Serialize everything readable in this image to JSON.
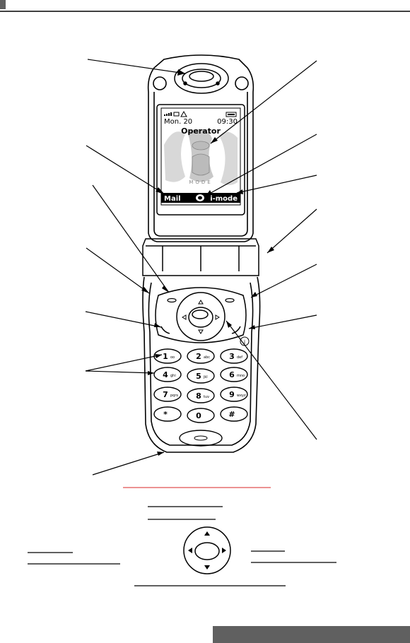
{
  "screen": {
    "date": "Mon. 20",
    "time": "09:30",
    "operator": "Operator",
    "logo_text": "MODE",
    "softkey_left": "Mail",
    "softkey_right": "i-mode"
  },
  "keypad": {
    "keys": [
      {
        "digit": "1",
        "letters": "oo"
      },
      {
        "digit": "2",
        "letters": "abc"
      },
      {
        "digit": "3",
        "letters": "def"
      },
      {
        "digit": "4",
        "letters": "ghi"
      },
      {
        "digit": "5",
        "letters": "jkl"
      },
      {
        "digit": "6",
        "letters": "mno"
      },
      {
        "digit": "7",
        "letters": "pqrs"
      },
      {
        "digit": "8",
        "letters": "tuv"
      },
      {
        "digit": "9",
        "letters": "wxyz"
      },
      {
        "digit": "*",
        "letters": ""
      },
      {
        "digit": "0",
        "letters": ""
      },
      {
        "digit": "#",
        "letters": ""
      }
    ],
    "info_symbol": "i"
  },
  "icons": [
    "signal-icon",
    "message-icon",
    "alert-icon",
    "battery-icon",
    "navigation-key-icon"
  ],
  "colors": {
    "ink": "#000000",
    "accent_underline": "#e05050",
    "footer_bar": "#606060",
    "screen_bg": "#ffffff",
    "softkey_bar": "#000000"
  }
}
